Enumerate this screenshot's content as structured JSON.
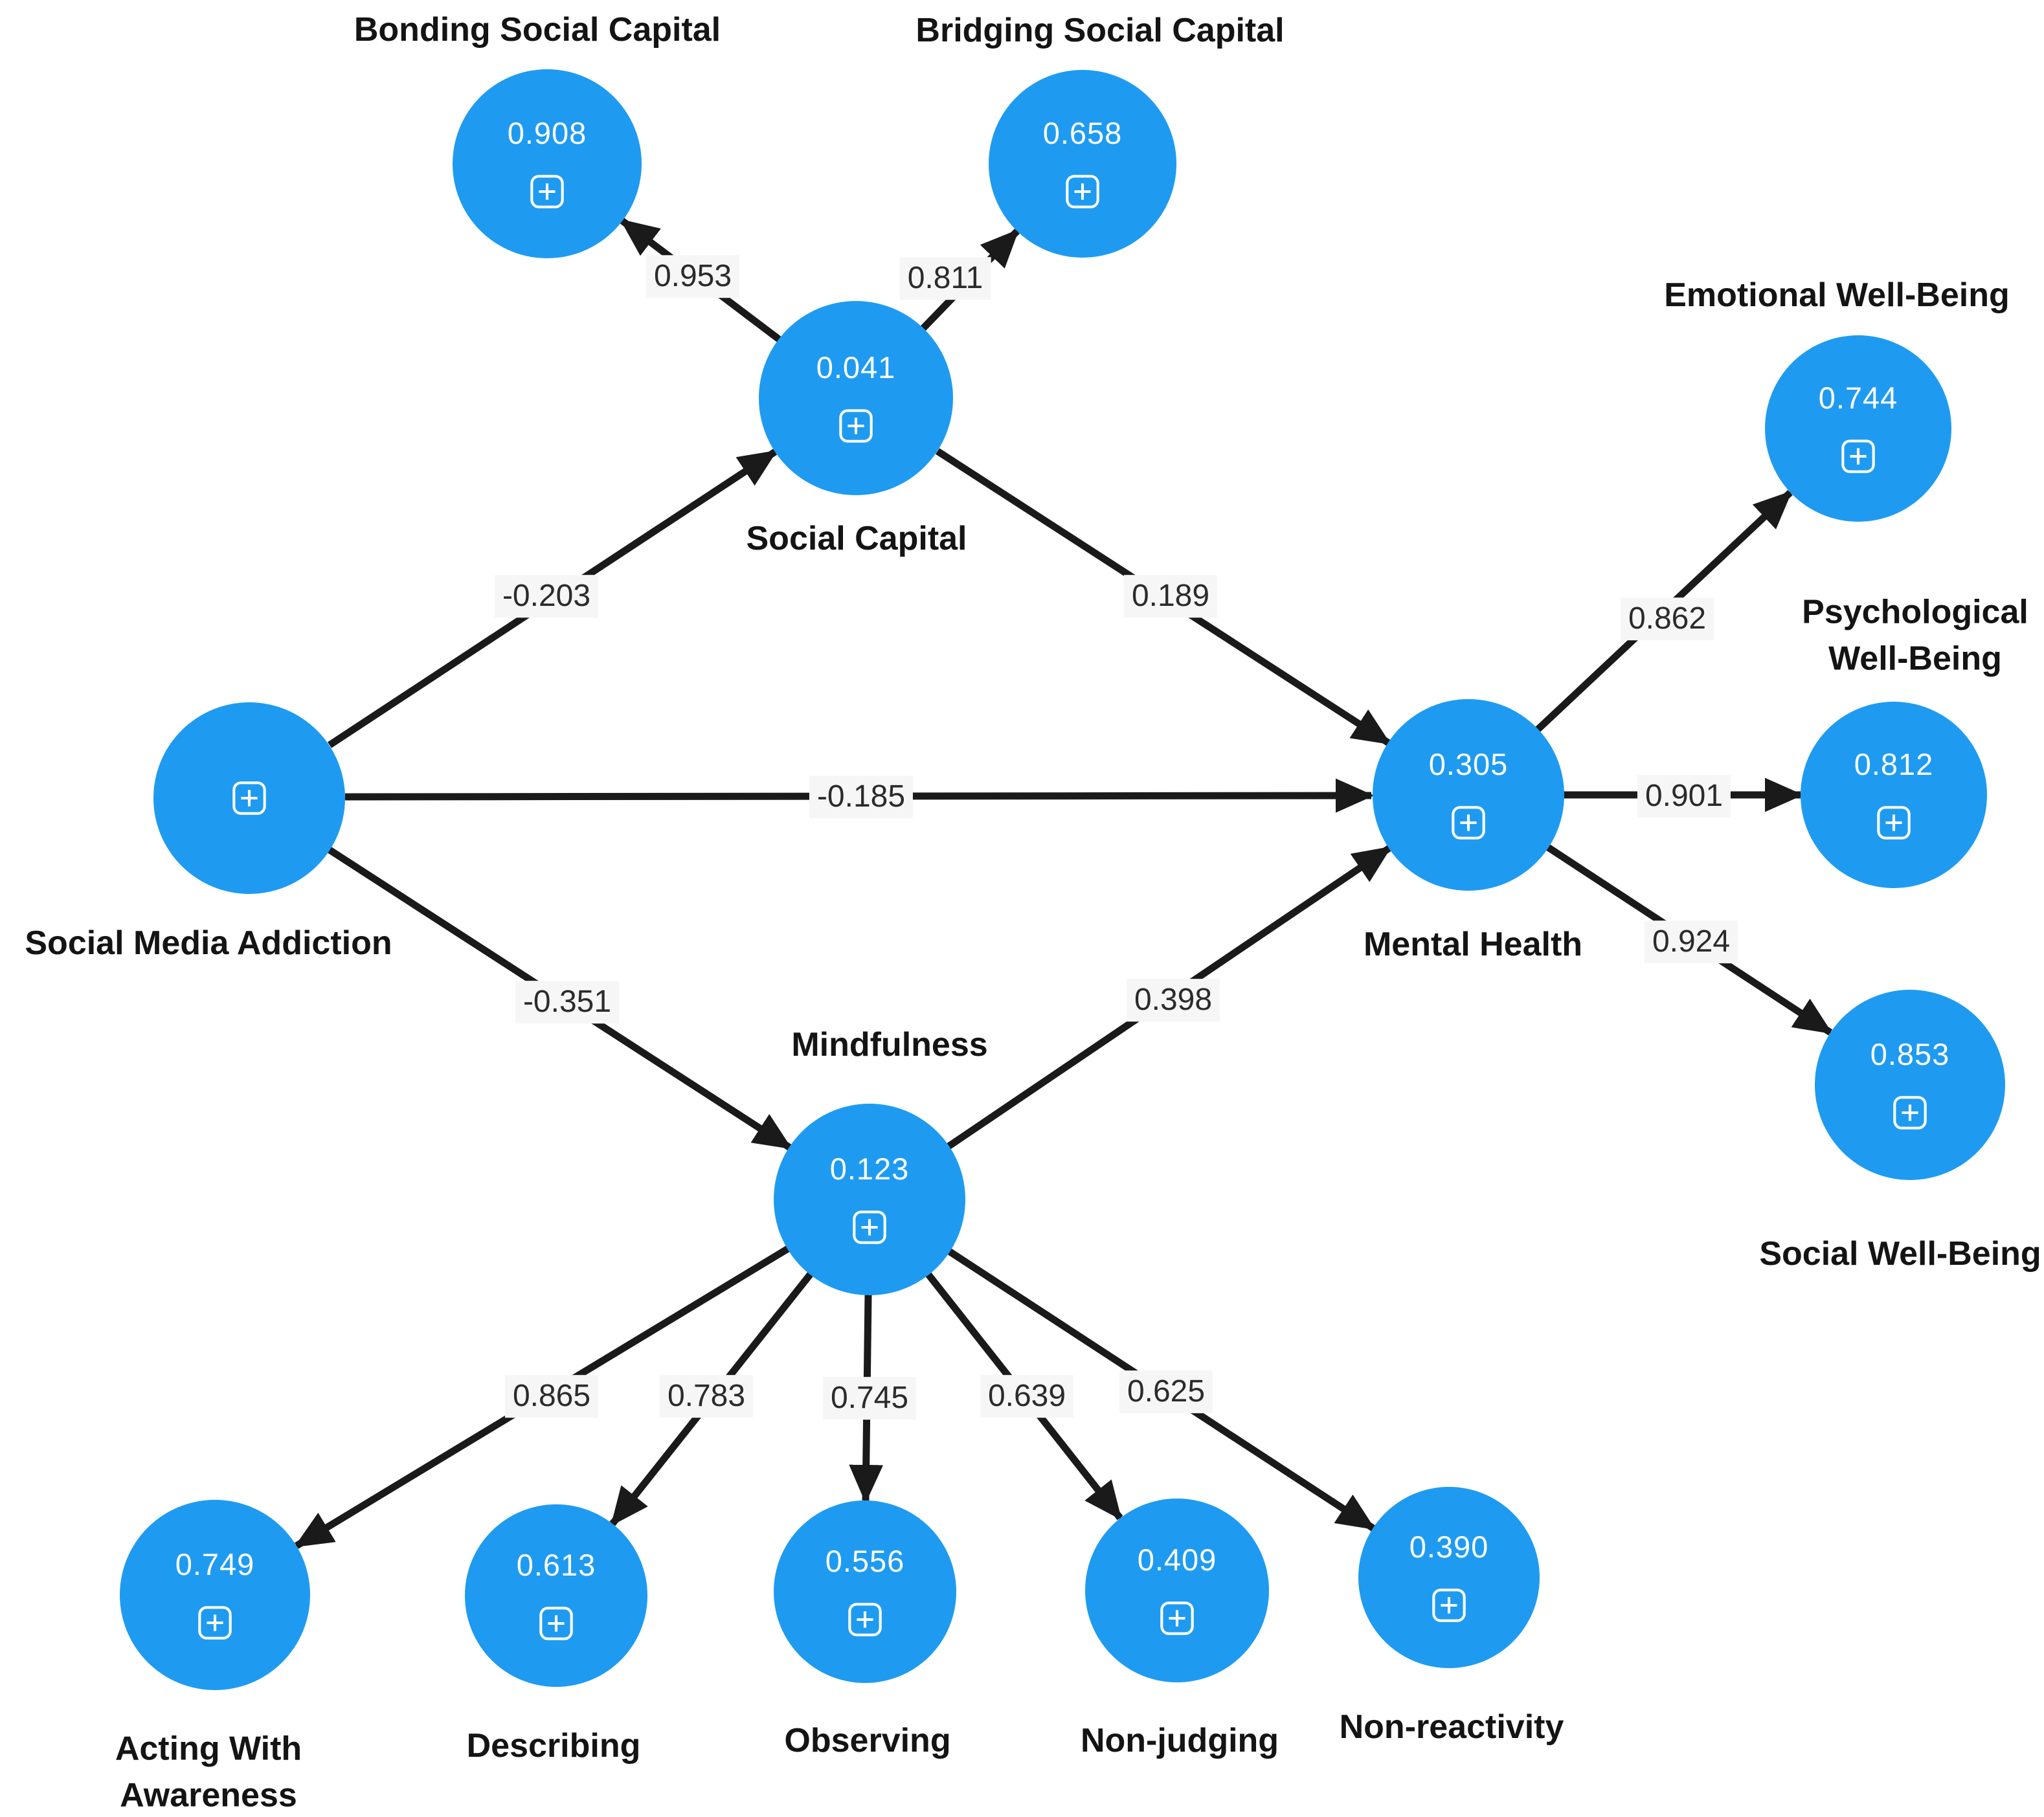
{
  "colors": {
    "background": "#ffffff",
    "node_fill": "#1e9bf0",
    "node_value_text": "#ffffff",
    "node_label_text": "#141414",
    "edge": "#1a1a1a",
    "edge_label_bg": "#f6f6f6",
    "edge_label_text": "#2b2b2b"
  },
  "nodes": [
    {
      "id": "social-media-addiction",
      "label": "Social Media Addiction",
      "value": null
    },
    {
      "id": "social-capital",
      "label": "Social Capital",
      "value": "0.041"
    },
    {
      "id": "bonding-social-capital",
      "label": "Bonding Social Capital",
      "value": "0.908"
    },
    {
      "id": "bridging-social-capital",
      "label": "Bridging Social Capital",
      "value": "0.658"
    },
    {
      "id": "mental-health",
      "label": "Mental Health",
      "value": "0.305"
    },
    {
      "id": "emotional-well-being",
      "label": "Emotional Well-Being",
      "value": "0.744"
    },
    {
      "id": "psychological-well-being",
      "label": "Psychological Well-Being",
      "value": "0.812"
    },
    {
      "id": "social-well-being",
      "label": "Social Well-Being",
      "value": "0.853"
    },
    {
      "id": "mindfulness",
      "label": "Mindfulness",
      "value": "0.123"
    },
    {
      "id": "acting-with-awareness",
      "label": "Acting With Awareness",
      "value": "0.749"
    },
    {
      "id": "describing",
      "label": "Describing",
      "value": "0.613"
    },
    {
      "id": "observing",
      "label": "Observing",
      "value": "0.556"
    },
    {
      "id": "non-judging",
      "label": "Non-judging",
      "value": "0.409"
    },
    {
      "id": "non-reactivity",
      "label": "Non-reactivity",
      "value": "0.390"
    }
  ],
  "edges": [
    {
      "from": "social-media-addiction",
      "to": "social-capital",
      "label": "-0.203"
    },
    {
      "from": "social-media-addiction",
      "to": "mental-health",
      "label": "-0.185"
    },
    {
      "from": "social-media-addiction",
      "to": "mindfulness",
      "label": "-0.351"
    },
    {
      "from": "social-capital",
      "to": "bonding-social-capital",
      "label": "0.953"
    },
    {
      "from": "social-capital",
      "to": "bridging-social-capital",
      "label": "0.811"
    },
    {
      "from": "social-capital",
      "to": "mental-health",
      "label": "0.189"
    },
    {
      "from": "mindfulness",
      "to": "mental-health",
      "label": "0.398"
    },
    {
      "from": "mental-health",
      "to": "emotional-well-being",
      "label": "0.862"
    },
    {
      "from": "mental-health",
      "to": "psychological-well-being",
      "label": "0.901"
    },
    {
      "from": "mental-health",
      "to": "social-well-being",
      "label": "0.924"
    },
    {
      "from": "mindfulness",
      "to": "acting-with-awareness",
      "label": "0.865"
    },
    {
      "from": "mindfulness",
      "to": "describing",
      "label": "0.783"
    },
    {
      "from": "mindfulness",
      "to": "observing",
      "label": "0.745"
    },
    {
      "from": "mindfulness",
      "to": "non-judging",
      "label": "0.639"
    },
    {
      "from": "mindfulness",
      "to": "non-reactivity",
      "label": "0.625"
    }
  ]
}
